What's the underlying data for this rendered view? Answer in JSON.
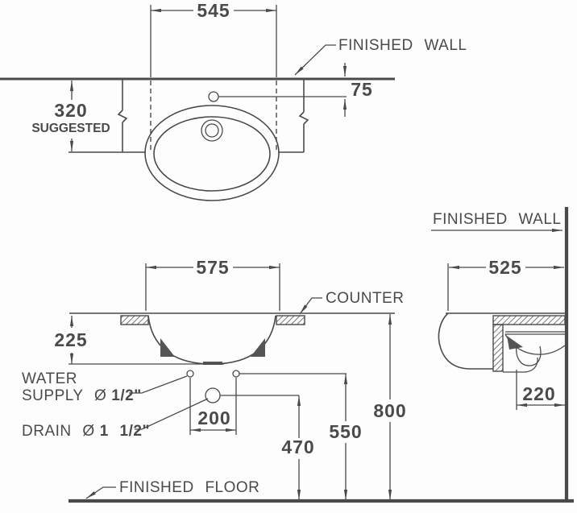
{
  "drawing": {
    "plan_view": {
      "width_dim": "545",
      "wall_label": "FINISHED WALL",
      "setout_dim": "320",
      "setout_note": "SUGGESTED",
      "faucet_offset_dim": "75"
    },
    "front_view": {
      "rim_width_dim": "575",
      "counter_label": "COUNTER",
      "bowl_depth_dim": "225",
      "water_supply_label_line1": "WATER",
      "water_supply_label_line2": "SUPPLY Ø",
      "water_supply_size": "1/2\"",
      "drain_label": "DRAIN Ø",
      "drain_size": "1 1/2\"",
      "supply_spacing_dim": "200",
      "drain_height_dim": "470",
      "supply_height_dim": "550",
      "counter_height_dim": "800",
      "floor_label": "FINISHED FLOOR"
    },
    "side_view": {
      "wall_label": "FINISHED WALL",
      "counter_depth_dim": "525",
      "drain_offset_dim": "220"
    },
    "colors": {
      "line": "#4a4a4a",
      "text": "#4a4a4a",
      "background": "#fdfdfd"
    }
  }
}
